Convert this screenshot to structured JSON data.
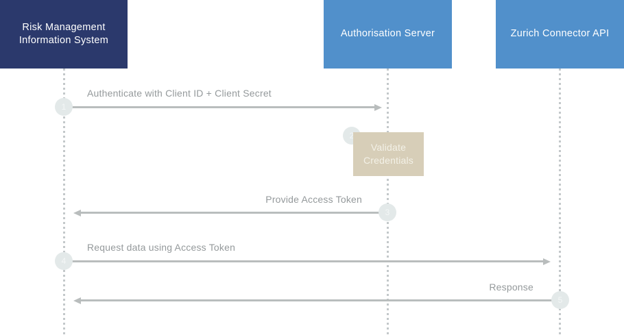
{
  "actors": [
    {
      "id": "rmis",
      "label": "Risk Management\nInformation System"
    },
    {
      "id": "auth-server",
      "label": "Authorisation Server"
    },
    {
      "id": "zurich-connector-api",
      "label": "Zurich Connector API"
    }
  ],
  "steps": [
    {
      "num": "1",
      "type": "message",
      "direction": "right",
      "from": "rmis",
      "to": "auth-server",
      "label": "Authenticate with Client ID + Client Secret"
    },
    {
      "num": "2",
      "type": "activation",
      "at": "auth-server",
      "label": "Validate\nCredentials"
    },
    {
      "num": "3",
      "type": "message",
      "direction": "left",
      "from": "auth-server",
      "to": "rmis",
      "label": "Provide Access Token"
    },
    {
      "num": "4",
      "type": "message",
      "direction": "right",
      "from": "rmis",
      "to": "zurich-connector-api",
      "label": "Request data using Access Token"
    },
    {
      "num": "5",
      "type": "message",
      "direction": "left",
      "from": "zurich-connector-api",
      "to": "rmis",
      "label": "Response"
    }
  ],
  "colors": {
    "navy": "#2b396c",
    "blue": "#5190cb",
    "tan": "#d7ceb8",
    "arrow": "#b9bdbd",
    "label": "#94999b",
    "circle": "#e3e9e9",
    "circletext": "#f4f7f7",
    "lifeline": "#c3c8ca"
  }
}
